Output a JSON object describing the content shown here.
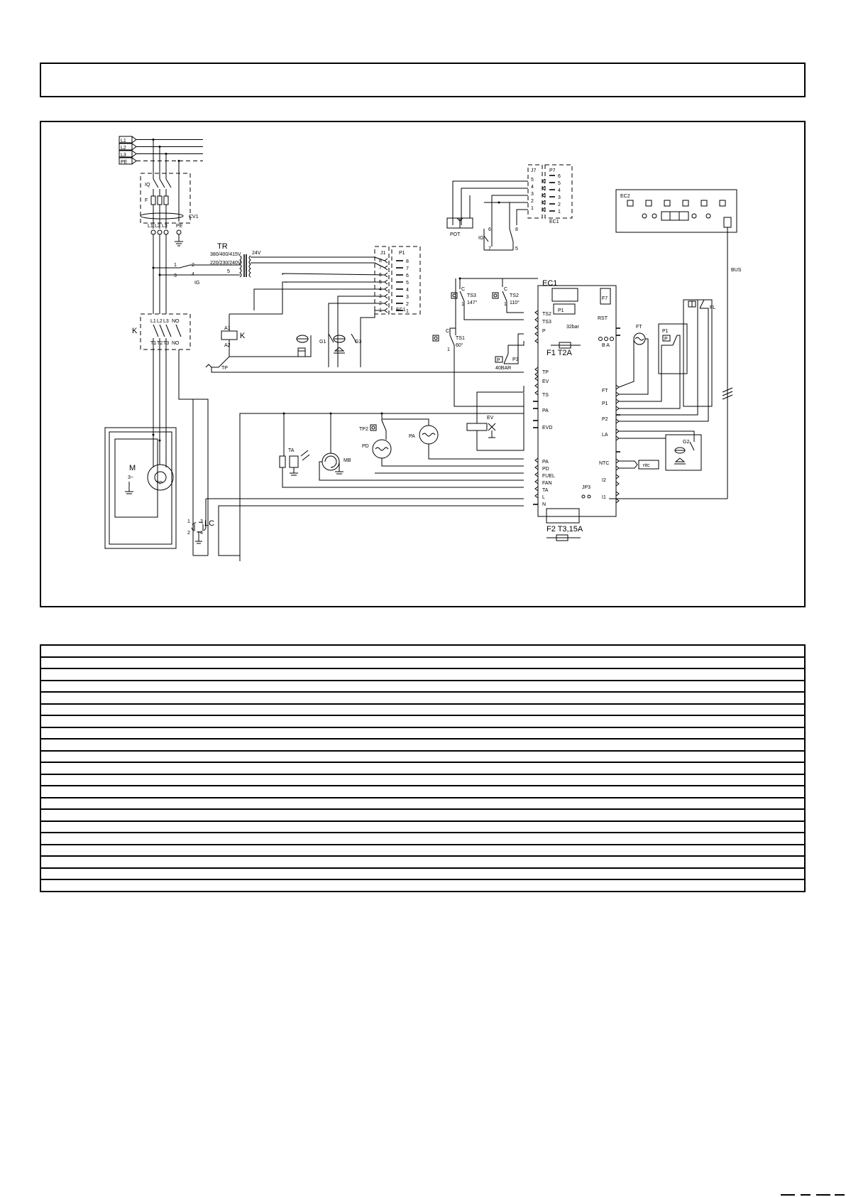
{
  "header": {
    "title": ""
  },
  "diagram": {
    "supply": [
      "L1",
      "L2",
      "L3",
      "PE"
    ],
    "main_switch": {
      "iq": "IQ",
      "fuse": "F",
      "filter": "CV1"
    },
    "terminals": [
      "L1",
      "L2",
      "L3",
      "PE"
    ],
    "transformer": {
      "name": "TR",
      "tap_a": "380/400/415V",
      "tap_b": "220/230/240V",
      "secondary": "24V",
      "pins": [
        "1",
        "2",
        "3",
        "4",
        "5"
      ]
    },
    "ig_switch": "IG",
    "contactor": {
      "name": "K",
      "top_pins": [
        "L1",
        "L2",
        "L3",
        "NO"
      ],
      "bottom_pins": [
        "T1",
        "T2",
        "T3",
        "NO"
      ],
      "coil_a1": "A1",
      "coil_a2": "A2"
    },
    "tp": "TP",
    "g1": "G1",
    "g3": "G3",
    "j1_connector": {
      "j": "J1",
      "p": "P1",
      "pins": [
        "8",
        "7",
        "6",
        "5",
        "4",
        "3",
        "2",
        "1"
      ],
      "ec": "EC1"
    },
    "j7_connector": {
      "j": "J7",
      "p": "P7",
      "pins": [
        "6",
        "5",
        "4",
        "3",
        "2",
        "1"
      ],
      "ec": "EC1"
    },
    "pot": "POT",
    "ig_contacts": {
      "name": "IG",
      "pins": [
        "6",
        "7",
        "8",
        "5"
      ]
    },
    "ec2": "EC2",
    "bus": "BUS",
    "ts3": {
      "name": "TS3",
      "temp": "147°",
      "c": "C",
      "n": "1"
    },
    "ts2": {
      "name": "TS2",
      "temp": "110°",
      "c": "C",
      "n": "1"
    },
    "ts1": {
      "name": "TS1",
      "temp": "60°",
      "c": "C",
      "n": "1"
    },
    "p3": {
      "name": "P3",
      "rating": "40BAR",
      "symbol": "P"
    },
    "ec1_board": {
      "name": "EC1",
      "left_terminals": [
        "TS2",
        "TS3",
        "P",
        "TP",
        "EV",
        "TS",
        "PA",
        "EVD",
        "PA",
        "PD",
        "FUEL",
        "FAN",
        "TA",
        "L",
        "N"
      ],
      "p_rating": "32bar",
      "p1_box": "P1",
      "f7": "F7",
      "rst": "RST",
      "fuse1": "F1  T2A",
      "fuse2": "F2  T3,15A",
      "ba": "B  A",
      "jp3": "JP3",
      "right_terminals": [
        "FT",
        "P1",
        "P2",
        "LA",
        "NTC",
        "I2",
        "I1"
      ]
    },
    "ft": "FT",
    "p1_switch": {
      "name": "P1",
      "symbol": "P"
    },
    "fl": "FL",
    "g2": "G2",
    "ntc": "ntc",
    "ev": "EV",
    "tp2": "TP2",
    "pd": "PD",
    "pa": "PA",
    "ta": "TA",
    "mb": "MB",
    "motor": {
      "name": "M",
      "phase": "3~",
      "tp": "TP"
    },
    "lc": {
      "name": "LC",
      "pins": [
        "1",
        "3",
        "2",
        "4"
      ]
    }
  },
  "legend": {
    "rows": 21
  }
}
